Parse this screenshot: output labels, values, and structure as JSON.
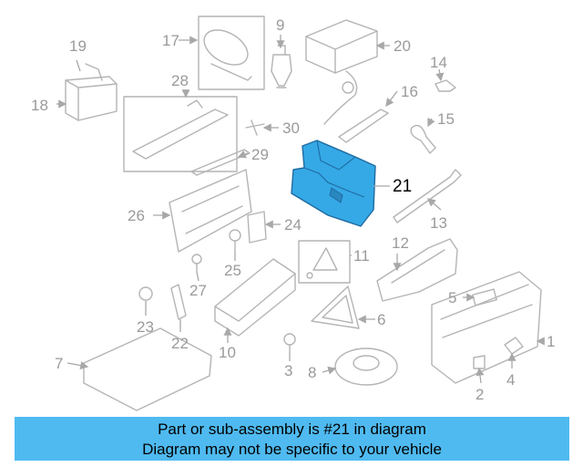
{
  "diagram": {
    "highlighted_part": "21",
    "highlight_color": "#35a9e6",
    "callouts": [
      "1",
      "2",
      "3",
      "4",
      "5",
      "6",
      "7",
      "8",
      "9",
      "10",
      "11",
      "12",
      "13",
      "14",
      "15",
      "16",
      "17",
      "18",
      "19",
      "20",
      "21",
      "22",
      "23",
      "24",
      "25",
      "26",
      "27",
      "28",
      "29",
      "30"
    ]
  },
  "banner": {
    "line1": "Part or sub-assembly is #21 in diagram",
    "line2": "Diagram may not be specific to your vehicle",
    "background": "#4fbaf0"
  }
}
